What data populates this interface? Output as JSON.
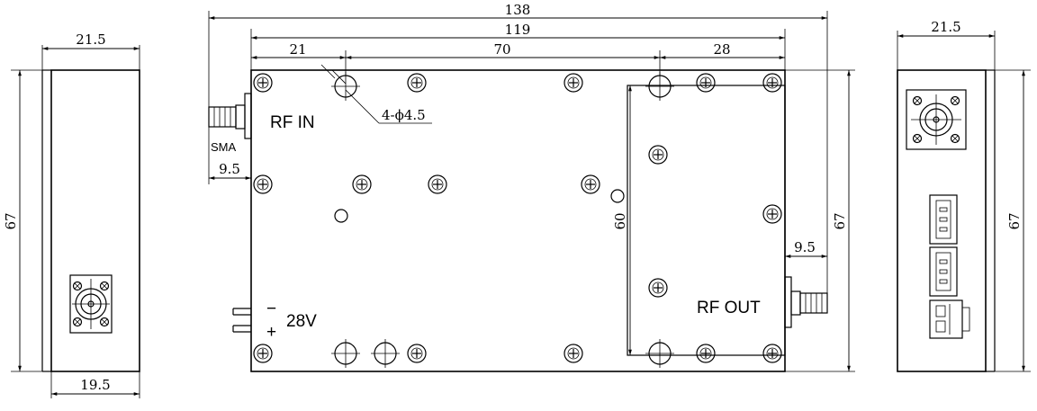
{
  "dimensions": {
    "left_width_top": "21.5",
    "left_height": "67",
    "left_width_bottom": "19.5",
    "overall_length": "138",
    "body_length": "119",
    "hole_offset_left": "21",
    "hole_spacing": "70",
    "hole_offset_right": "28",
    "hole_callout": "4-ϕ4.5",
    "connector_offset_left": "9.5",
    "hole_vertical_spacing": "60",
    "front_height": "67",
    "connector_offset_right": "9.5",
    "right_width_top": "21.5",
    "right_height": "67"
  },
  "labels": {
    "rf_in": "RF IN",
    "sma": "SMA",
    "rf_out": "RF OUT",
    "voltage": "28V",
    "minus": "−",
    "plus": "+"
  }
}
